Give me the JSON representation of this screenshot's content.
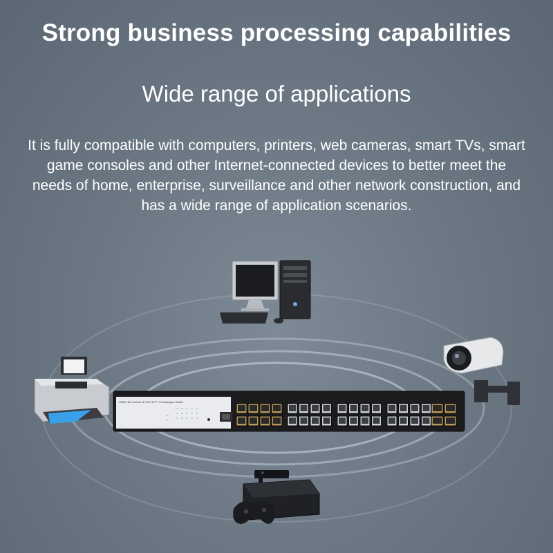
{
  "headline": "Strong business processing capabilities",
  "subhead": "Wide range of applications",
  "description": "It is fully compatible with computers, printers, web cameras, smart TVs, smart game consoles and other Internet-connected devices to better meet the needs of home, enterprise, surveillance and other network construction, and has a wide range of application scenarios.",
  "switch": {
    "model_label": "16GE+8G Combo+4*10G SFP+ L3 Managed Switch",
    "sfp_port_count": 8,
    "rj45_port_count": 24,
    "uplink_port_count": 4
  },
  "devices": [
    "desktop-computer",
    "printer",
    "security-camera",
    "game-console"
  ],
  "colors": {
    "background": "#6c7985",
    "switch_body": "#1c1c1f",
    "switch_panel": "#e9ebee",
    "ring": "#d5dde5"
  }
}
